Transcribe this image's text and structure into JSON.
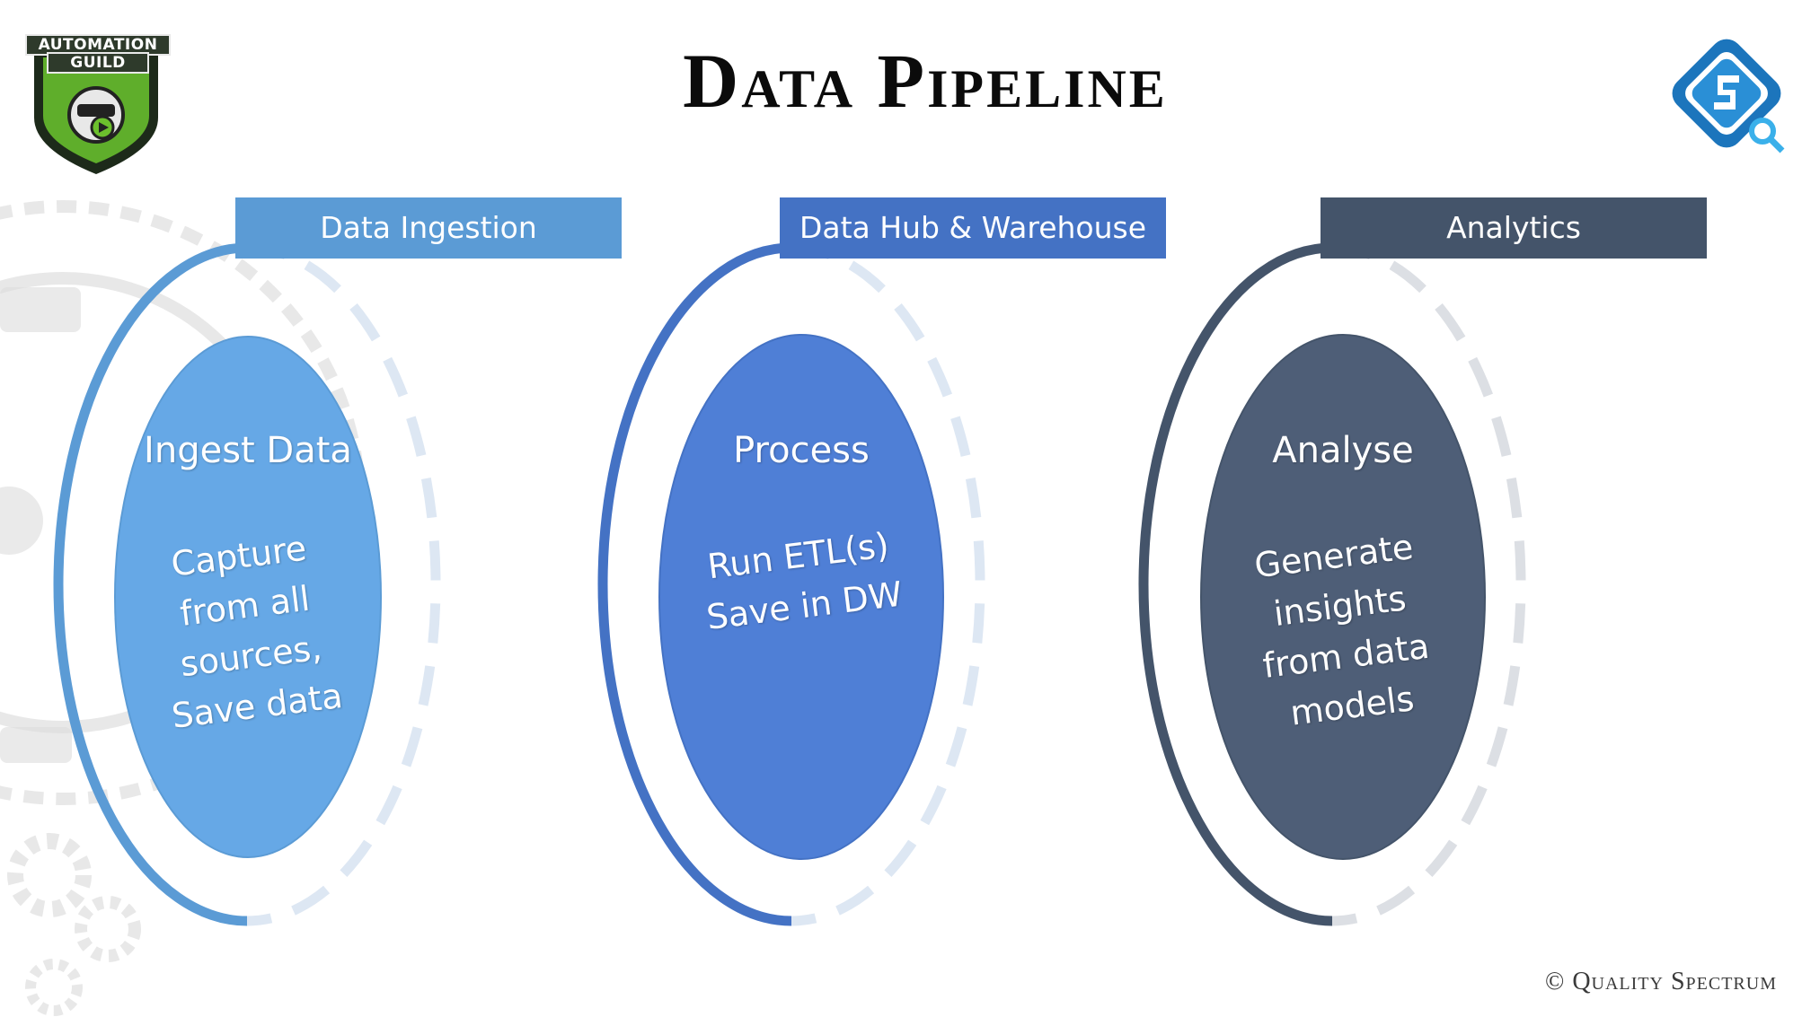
{
  "slide": {
    "title": "Data Pipeline",
    "copyright": "© Quality Spectrum"
  },
  "logos": {
    "left": {
      "line1": "AUTOMATION",
      "line2": "GUILD",
      "icon": "shield-badge-icon"
    },
    "right": {
      "icon": "quality-spectrum-logo-icon"
    }
  },
  "stages": [
    {
      "banner": "Data Ingestion",
      "heading": "Ingest Data",
      "body": "Capture\nfrom all\nsources,\nSave data",
      "color": "#5b9bd5",
      "disc": "#66a8e6"
    },
    {
      "banner": "Data Hub & Warehouse",
      "heading": "Process",
      "body": "Run ETL(s)\nSave in DW",
      "color": "#4472c4",
      "disc": "#4f7fd6"
    },
    {
      "banner": "Analytics",
      "heading": "Analyse",
      "body": "Generate\ninsights\nfrom data\nmodels",
      "color": "#44546a",
      "disc": "#4e5e77"
    }
  ]
}
